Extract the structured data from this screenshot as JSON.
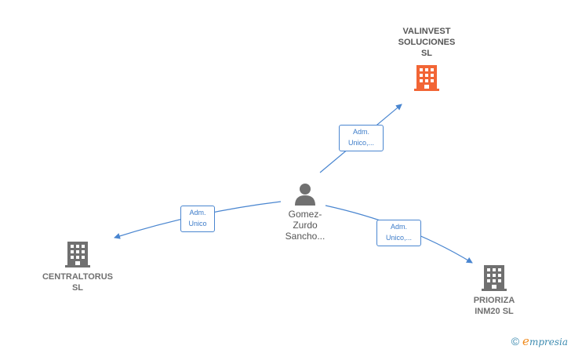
{
  "nodes": {
    "center": {
      "name": "Gomez-\nZurdo\nSancho..."
    },
    "top": {
      "name": "VALINVEST\nSOLUCIONES\nSL"
    },
    "left": {
      "name": "CENTRALTORUS\nSL"
    },
    "right": {
      "name": "PRIORIZA\nINM20  SL"
    }
  },
  "edges": {
    "top": {
      "label": "Adm.\nUnico,..."
    },
    "left": {
      "label": "Adm.\nUnico"
    },
    "right": {
      "label": "Adm.\nUnico,..."
    }
  },
  "colors": {
    "edge": "#4a86d0",
    "main_company": "#f26535",
    "company": "#707070",
    "person": "#707070"
  },
  "footer": {
    "copyright_symbol": "©",
    "brand_initial": "e",
    "brand_rest": "mpresia"
  }
}
